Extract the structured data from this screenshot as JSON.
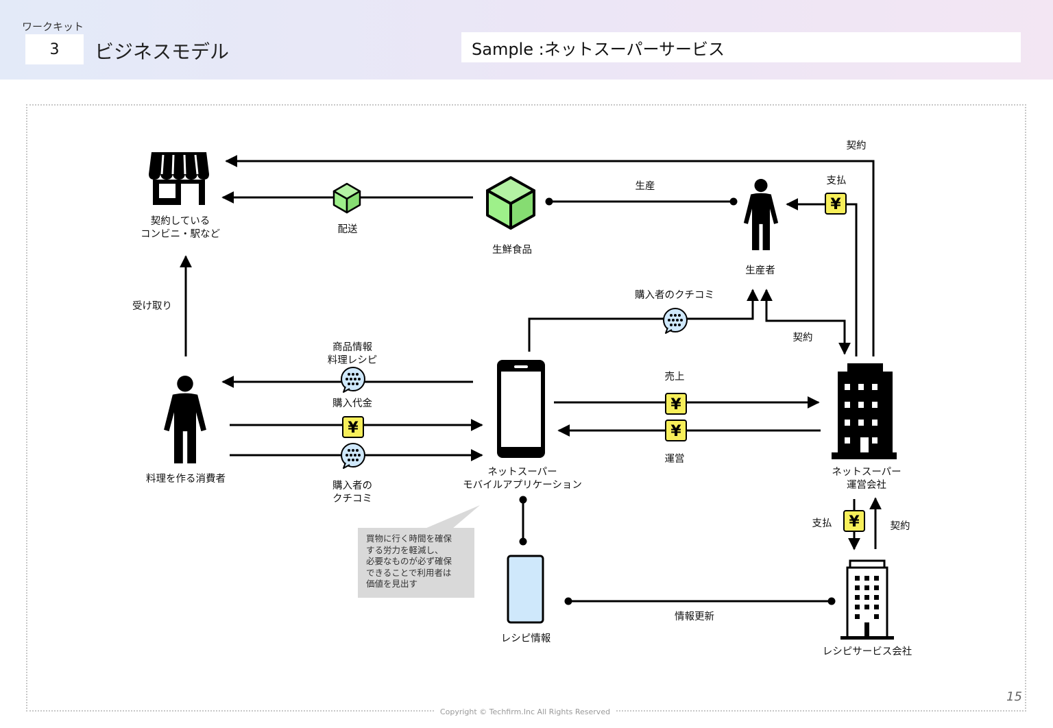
{
  "header": {
    "kit_label": "ワークキット",
    "kit_number": "3",
    "title": "ビジネスモデル",
    "sample": "Sample :ネットスーパーサービス"
  },
  "nodes": {
    "store": "契約している\nコンビニ・駅など",
    "fresh_food": "生鮮食品",
    "producer": "生産者",
    "consumer": "料理を作る消費者",
    "app": "ネットスーパー\nモバイルアプリケーション",
    "operator": "ネットスーパー\n運営会社",
    "recipe_info": "レシピ情報",
    "recipe_company": "レシピサービス会社"
  },
  "edge_labels": {
    "contract_top": "契約",
    "delivery": "配送",
    "production": "生産",
    "payment_producer": "支払",
    "reviews_producer": "購入者のクチコミ",
    "contract_producer": "契約",
    "pickup": "受け取り",
    "product_info": "商品情報\n料理レシピ",
    "purchase_price": "購入代金",
    "buyer_reviews": "購入者の\nクチコミ",
    "sales": "売上",
    "operation": "運営",
    "payment_recipe": "支払",
    "contract_recipe": "契約",
    "info_update": "情報更新"
  },
  "symbols": {
    "yen": "¥"
  },
  "callout": "買物に行く時間を確保\nする労力を軽減し、\n必要なものが必ず確保\nできることで利用者は\n価値を見出す",
  "page_number": "15",
  "copyright": "Copyright © Techfirm.Inc All Rights Reserved",
  "colors": {
    "line": "#000000",
    "yen_badge": "#f7ef5a",
    "food_box": "#9ef08a",
    "chat_bubble": "#cfe8fb",
    "recipe_phone": "#cfe8fb",
    "callout_bg": "#d9d9d9"
  },
  "icons": [
    "store-icon",
    "box-icon",
    "cube-icon",
    "person-icon",
    "chat-icon",
    "yen-icon",
    "smartphone-icon",
    "office-building-icon"
  ]
}
